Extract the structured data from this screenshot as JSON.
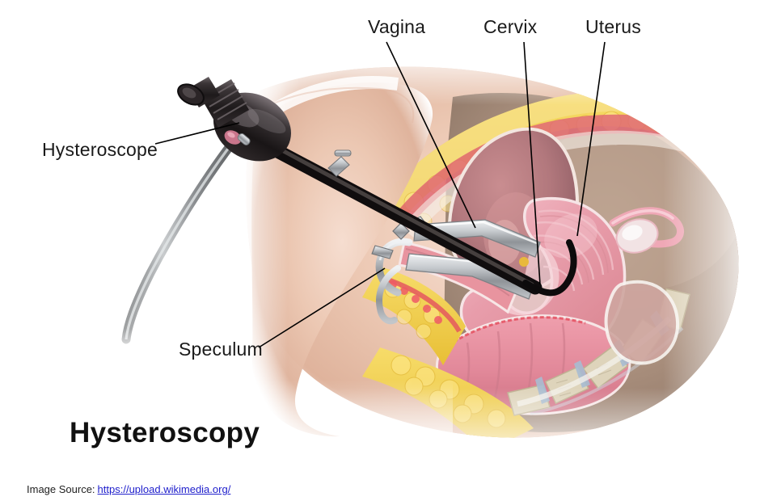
{
  "figure": {
    "title": "Hysteroscopy",
    "alt": "Sagittal cross-section illustration of a female pelvis showing a hysteroscope inserted through a speculum into the uterus"
  },
  "labels": [
    {
      "id": "vagina",
      "text": "Vagina"
    },
    {
      "id": "cervix",
      "text": "Cervix"
    },
    {
      "id": "uterus",
      "text": "Uterus"
    },
    {
      "id": "hysteroscope",
      "text": "Hysteroscope"
    },
    {
      "id": "speculum",
      "text": "Speculum"
    }
  ],
  "attribution": {
    "prefix": "Image Source:",
    "link_text": "https://upload.wikimedia.org/"
  },
  "colors": {
    "background": "#ffffff",
    "text": "#1a1a1a",
    "link": "#2020cc",
    "leader_line": "#000000",
    "skin": "#e9c3ae",
    "skin_shadow": "#cfa18c",
    "fat_yellow": "#f2cf4e",
    "uterus_pink": "#e79aa8",
    "uterus_pink_light": "#f0b6c0",
    "bladder_mauve": "#b97a80",
    "muscle_red": "#e0616a",
    "bone_tan": "#ded4bb",
    "disc_blue": "#a8bcd2",
    "instrument_black": "#2a2526",
    "instrument_steel": "#b8bcc0",
    "cable_grey": "#9b9ea1",
    "valve_pink": "#d07a8e",
    "backdrop_tan": "#b09a88"
  }
}
